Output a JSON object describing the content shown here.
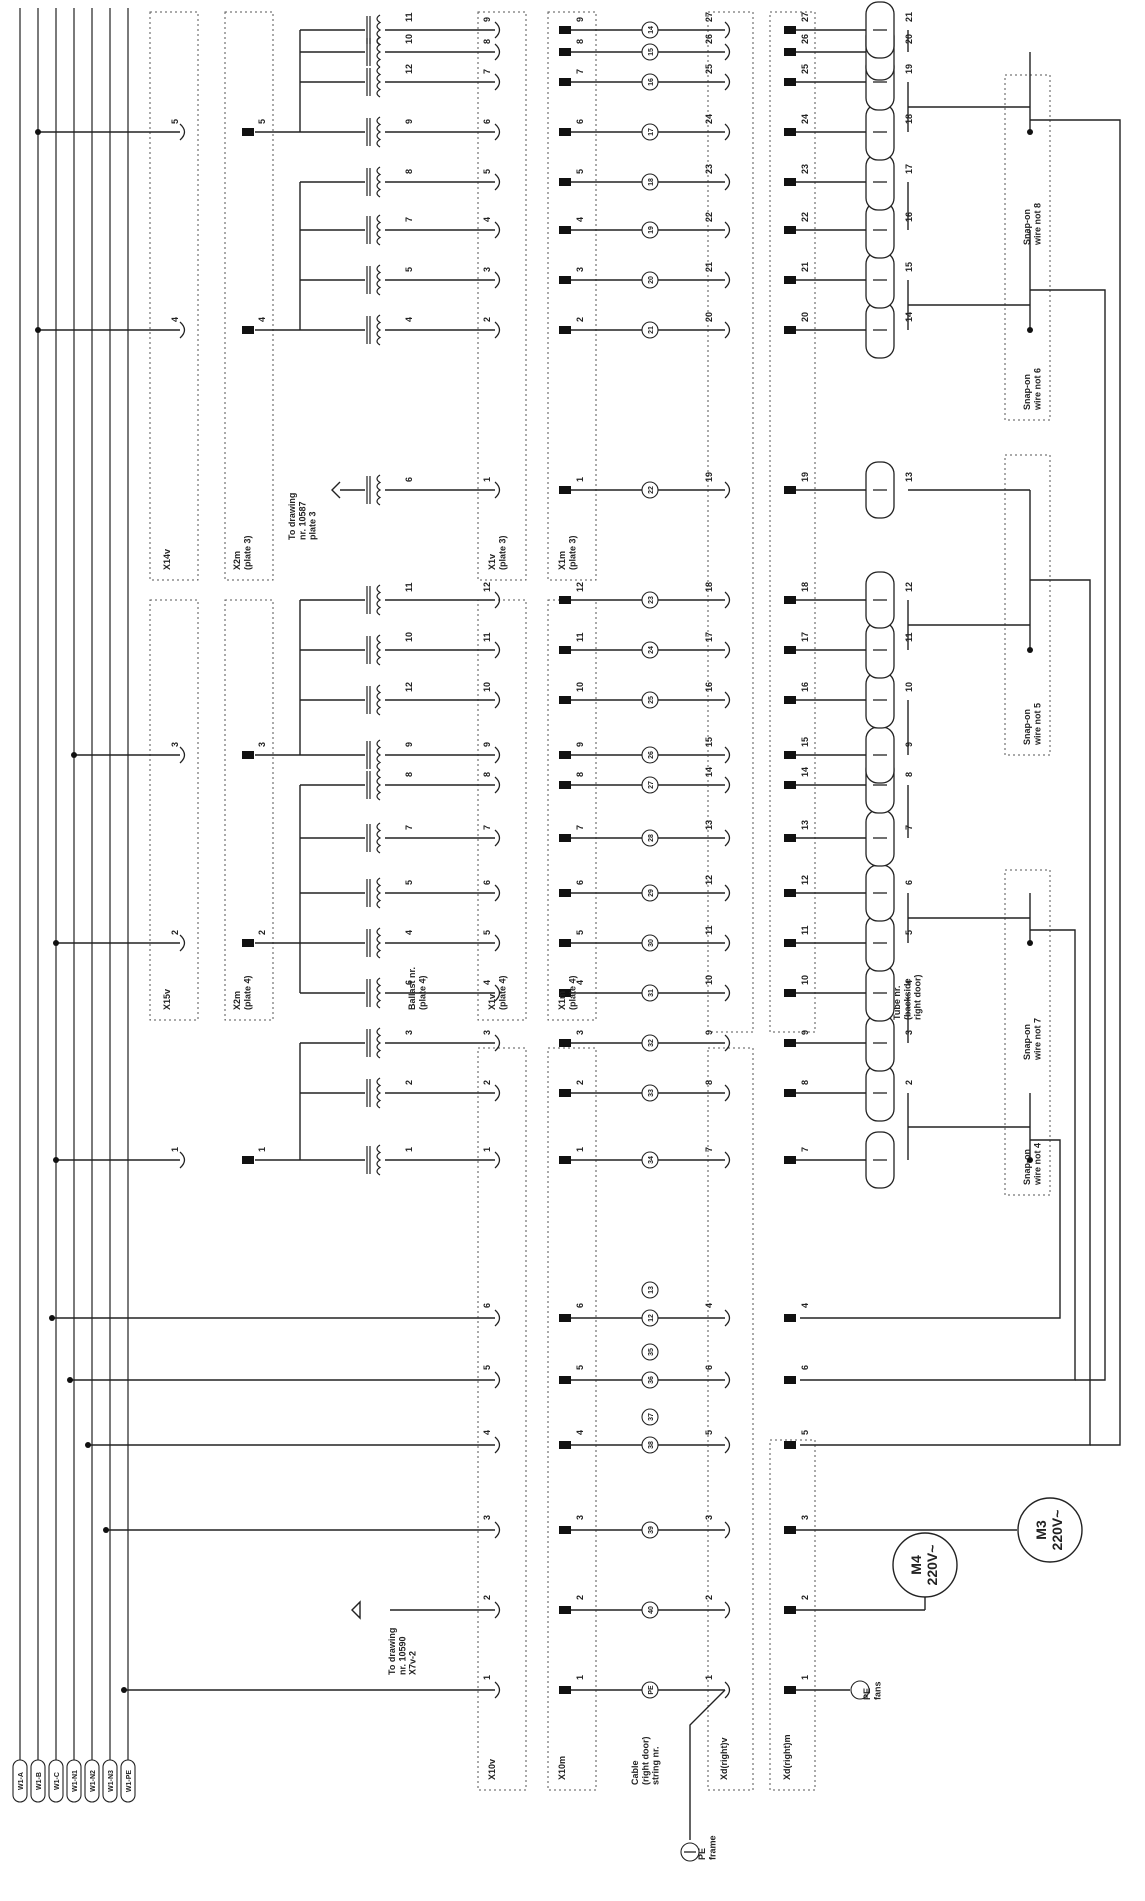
{
  "bus_lines": [
    "W1-A",
    "W1-B",
    "W1-C",
    "W1-N1",
    "W1-N2",
    "W1-N3",
    "W1-PE"
  ],
  "groups": [
    {
      "title": "X10v"
    },
    {
      "title": "X10m"
    },
    {
      "title": "Cable\n(right door)\nstring nr."
    },
    {
      "title": "Xd(right)v"
    },
    {
      "title": "Xd(right)m"
    },
    {
      "title": "X15v"
    },
    {
      "title": "X2m\n(plate 4)"
    },
    {
      "title": "Ballast nr.\n(plate 4)"
    },
    {
      "title": "X1v\n(plate 4)"
    },
    {
      "title": "X1m\n(plate 4)"
    },
    {
      "title": "Tube nr.\n(backside\nright door)"
    },
    {
      "title": "X14v"
    },
    {
      "title": "X2m\n(plate 3)"
    },
    {
      "title": "X1v\n(plate 3)"
    },
    {
      "title": "X1m\n(plate 3)"
    }
  ],
  "notes": {
    "to_drawing_10590": "To drawing\nnr. 10590\nX7v-2",
    "to_drawing_10587": "To drawing\nnr. 10587\nplate 3",
    "pe_frame": "PE\nframe",
    "pe_fans": "PE\nfans",
    "snap_wire_4": "Snap-on\nwire not 4",
    "snap_wire_7": "Snap-on\nwire not 7",
    "snap_wire_5": "Snap-on\nwire not 5",
    "snap_wire_6": "Snap-on\nwire not 6",
    "snap_wire_8": "Snap-on\nwire not 8"
  },
  "motors": [
    {
      "name": "M4",
      "rating": "220V~"
    },
    {
      "name": "M3",
      "rating": "220V~"
    }
  ],
  "columns": [
    {
      "x10v": "1",
      "x10m": "1",
      "cable": "PE",
      "xdv": "1",
      "xdm": "1"
    },
    {
      "x10v": "2",
      "x10m": "2",
      "cable": "40",
      "xdv": "2",
      "xdm": "2"
    },
    {
      "x10v": "3",
      "x10m": "3",
      "cable": "39",
      "xdv": "3",
      "xdm": "3"
    },
    {
      "x10v": "4",
      "x10m": "4",
      "cable": "38",
      "cable2": "37",
      "xdv": "5",
      "xdm": "5"
    },
    {
      "x10v": "5",
      "x10m": "5",
      "cable": "36",
      "cable2": "35",
      "xdv": "6",
      "xdm": "6"
    },
    {
      "x10v": "6",
      "x10m": "6",
      "cable": "12",
      "cable2": "13",
      "xdv": "4",
      "xdm": "4"
    }
  ],
  "ballast_columns": [
    {
      "x15v": "1",
      "x2m": "1",
      "ballast": "1",
      "x1v": "1",
      "x1m": "1",
      "cable": "34",
      "xdv": "7",
      "xdm": "7",
      "tube": ""
    },
    {
      "x15v": "",
      "x2m": "",
      "ballast": "2",
      "x1v": "2",
      "x1m": "2",
      "cable": "33",
      "xdv": "8",
      "xdm": "8",
      "tube": "2"
    },
    {
      "x15v": "",
      "x2m": "",
      "ballast": "3",
      "x1v": "3",
      "x1m": "3",
      "cable": "32",
      "xdv": "9",
      "xdm": "9",
      "tube": "3"
    },
    {
      "x15v": "",
      "x2m": "",
      "ballast": "6",
      "x1v": "4",
      "x1m": "4",
      "cable": "31",
      "xdv": "10",
      "xdm": "10",
      "tube": "4"
    },
    {
      "x15v": "2",
      "x2m": "2",
      "ballast": "4",
      "x1v": "5",
      "x1m": "5",
      "cable": "30",
      "xdv": "11",
      "xdm": "11",
      "tube": "5"
    },
    {
      "x15v": "",
      "x2m": "",
      "ballast": "5",
      "x1v": "6",
      "x1m": "6",
      "cable": "29",
      "xdv": "12",
      "xdm": "12",
      "tube": "6"
    },
    {
      "x15v": "",
      "x2m": "",
      "ballast": "7",
      "x1v": "7",
      "x1m": "7",
      "cable": "28",
      "xdv": "13",
      "xdm": "13",
      "tube": "7"
    },
    {
      "x15v": "",
      "x2m": "",
      "ballast": "8",
      "x1v": "8",
      "x1m": "8",
      "cable": "27",
      "xdv": "14",
      "xdm": "14",
      "tube": "8"
    },
    {
      "x15v": "3",
      "x2m": "3",
      "ballast": "9",
      "x1v": "9",
      "x1m": "9",
      "cable": "26",
      "xdv": "15",
      "xdm": "15",
      "tube": "9"
    },
    {
      "x15v": "",
      "x2m": "",
      "ballast": "12",
      "x1v": "10",
      "x1m": "10",
      "cable": "25",
      "xdv": "16",
      "xdm": "16",
      "tube": "10"
    },
    {
      "x15v": "",
      "x2m": "",
      "ballast": "10",
      "x1v": "11",
      "x1m": "11",
      "cable": "24",
      "xdv": "17",
      "xdm": "17",
      "tube": "11"
    },
    {
      "x15v": "",
      "x2m": "",
      "ballast": "11",
      "x1v": "12",
      "x1m": "12",
      "cable": "23",
      "xdv": "18",
      "xdm": "18",
      "tube": "12"
    },
    {
      "x15v": "",
      "x2m": "",
      "ballast": "6",
      "x1v": "1",
      "x1m": "1",
      "cable": "22",
      "xdv": "19",
      "xdm": "19",
      "tube": "13"
    },
    {
      "x15v": "4",
      "x2m": "4",
      "ballast": "4",
      "x1v": "2",
      "x1m": "2",
      "cable": "21",
      "xdv": "20",
      "xdm": "20",
      "tube": "14"
    },
    {
      "x15v": "",
      "x2m": "",
      "ballast": "5",
      "x1v": "3",
      "x1m": "3",
      "cable": "20",
      "xdv": "21",
      "xdm": "21",
      "tube": "15"
    },
    {
      "x15v": "",
      "x2m": "",
      "ballast": "7",
      "x1v": "4",
      "x1m": "4",
      "cable": "19",
      "xdv": "22",
      "xdm": "22",
      "tube": "16"
    },
    {
      "x15v": "",
      "x2m": "",
      "ballast": "8",
      "x1v": "5",
      "x1m": "5",
      "cable": "18",
      "xdv": "23",
      "xdm": "23",
      "tube": "17"
    },
    {
      "x15v": "5",
      "x2m": "5",
      "ballast": "9",
      "x1v": "6",
      "x1m": "6",
      "cable": "17",
      "xdv": "24",
      "xdm": "24",
      "tube": "18"
    },
    {
      "x15v": "",
      "x2m": "",
      "ballast": "12",
      "x1v": "7",
      "x1m": "7",
      "cable": "16",
      "xdv": "25",
      "xdm": "25",
      "tube": "19"
    },
    {
      "x15v": "",
      "x2m": "",
      "ballast": "10",
      "x1v": "8",
      "x1m": "8",
      "cable": "15",
      "xdv": "26",
      "xdm": "26",
      "tube": "20"
    },
    {
      "x15v": "",
      "x2m": "",
      "ballast": "11",
      "x1v": "9",
      "x1m": "9",
      "cable": "14",
      "xdv": "27",
      "xdm": "27",
      "tube": "21"
    }
  ]
}
